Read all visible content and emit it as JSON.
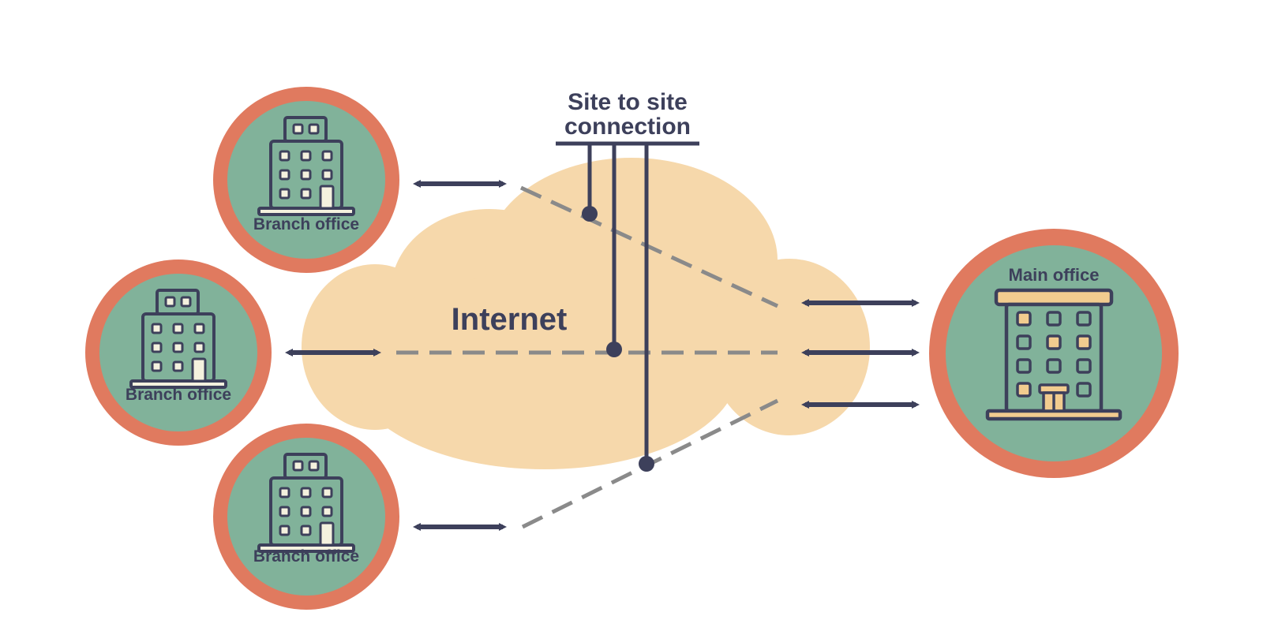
{
  "callout": {
    "line1": "Site to site",
    "line2": "connection"
  },
  "cloud": {
    "label": "Internet"
  },
  "branches": [
    {
      "label": "Branch office"
    },
    {
      "label": "Branch office"
    },
    {
      "label": "Branch office"
    }
  ],
  "main_office": {
    "label": "Main office"
  },
  "colors": {
    "ring": "#e07a5f",
    "disc": "#81b29a",
    "cloud": "#f6d8ab",
    "ink": "#3d405b",
    "dash": "#8a8a8a",
    "window_light": "#f4f1de",
    "window_warm": "#f2cc8f"
  }
}
